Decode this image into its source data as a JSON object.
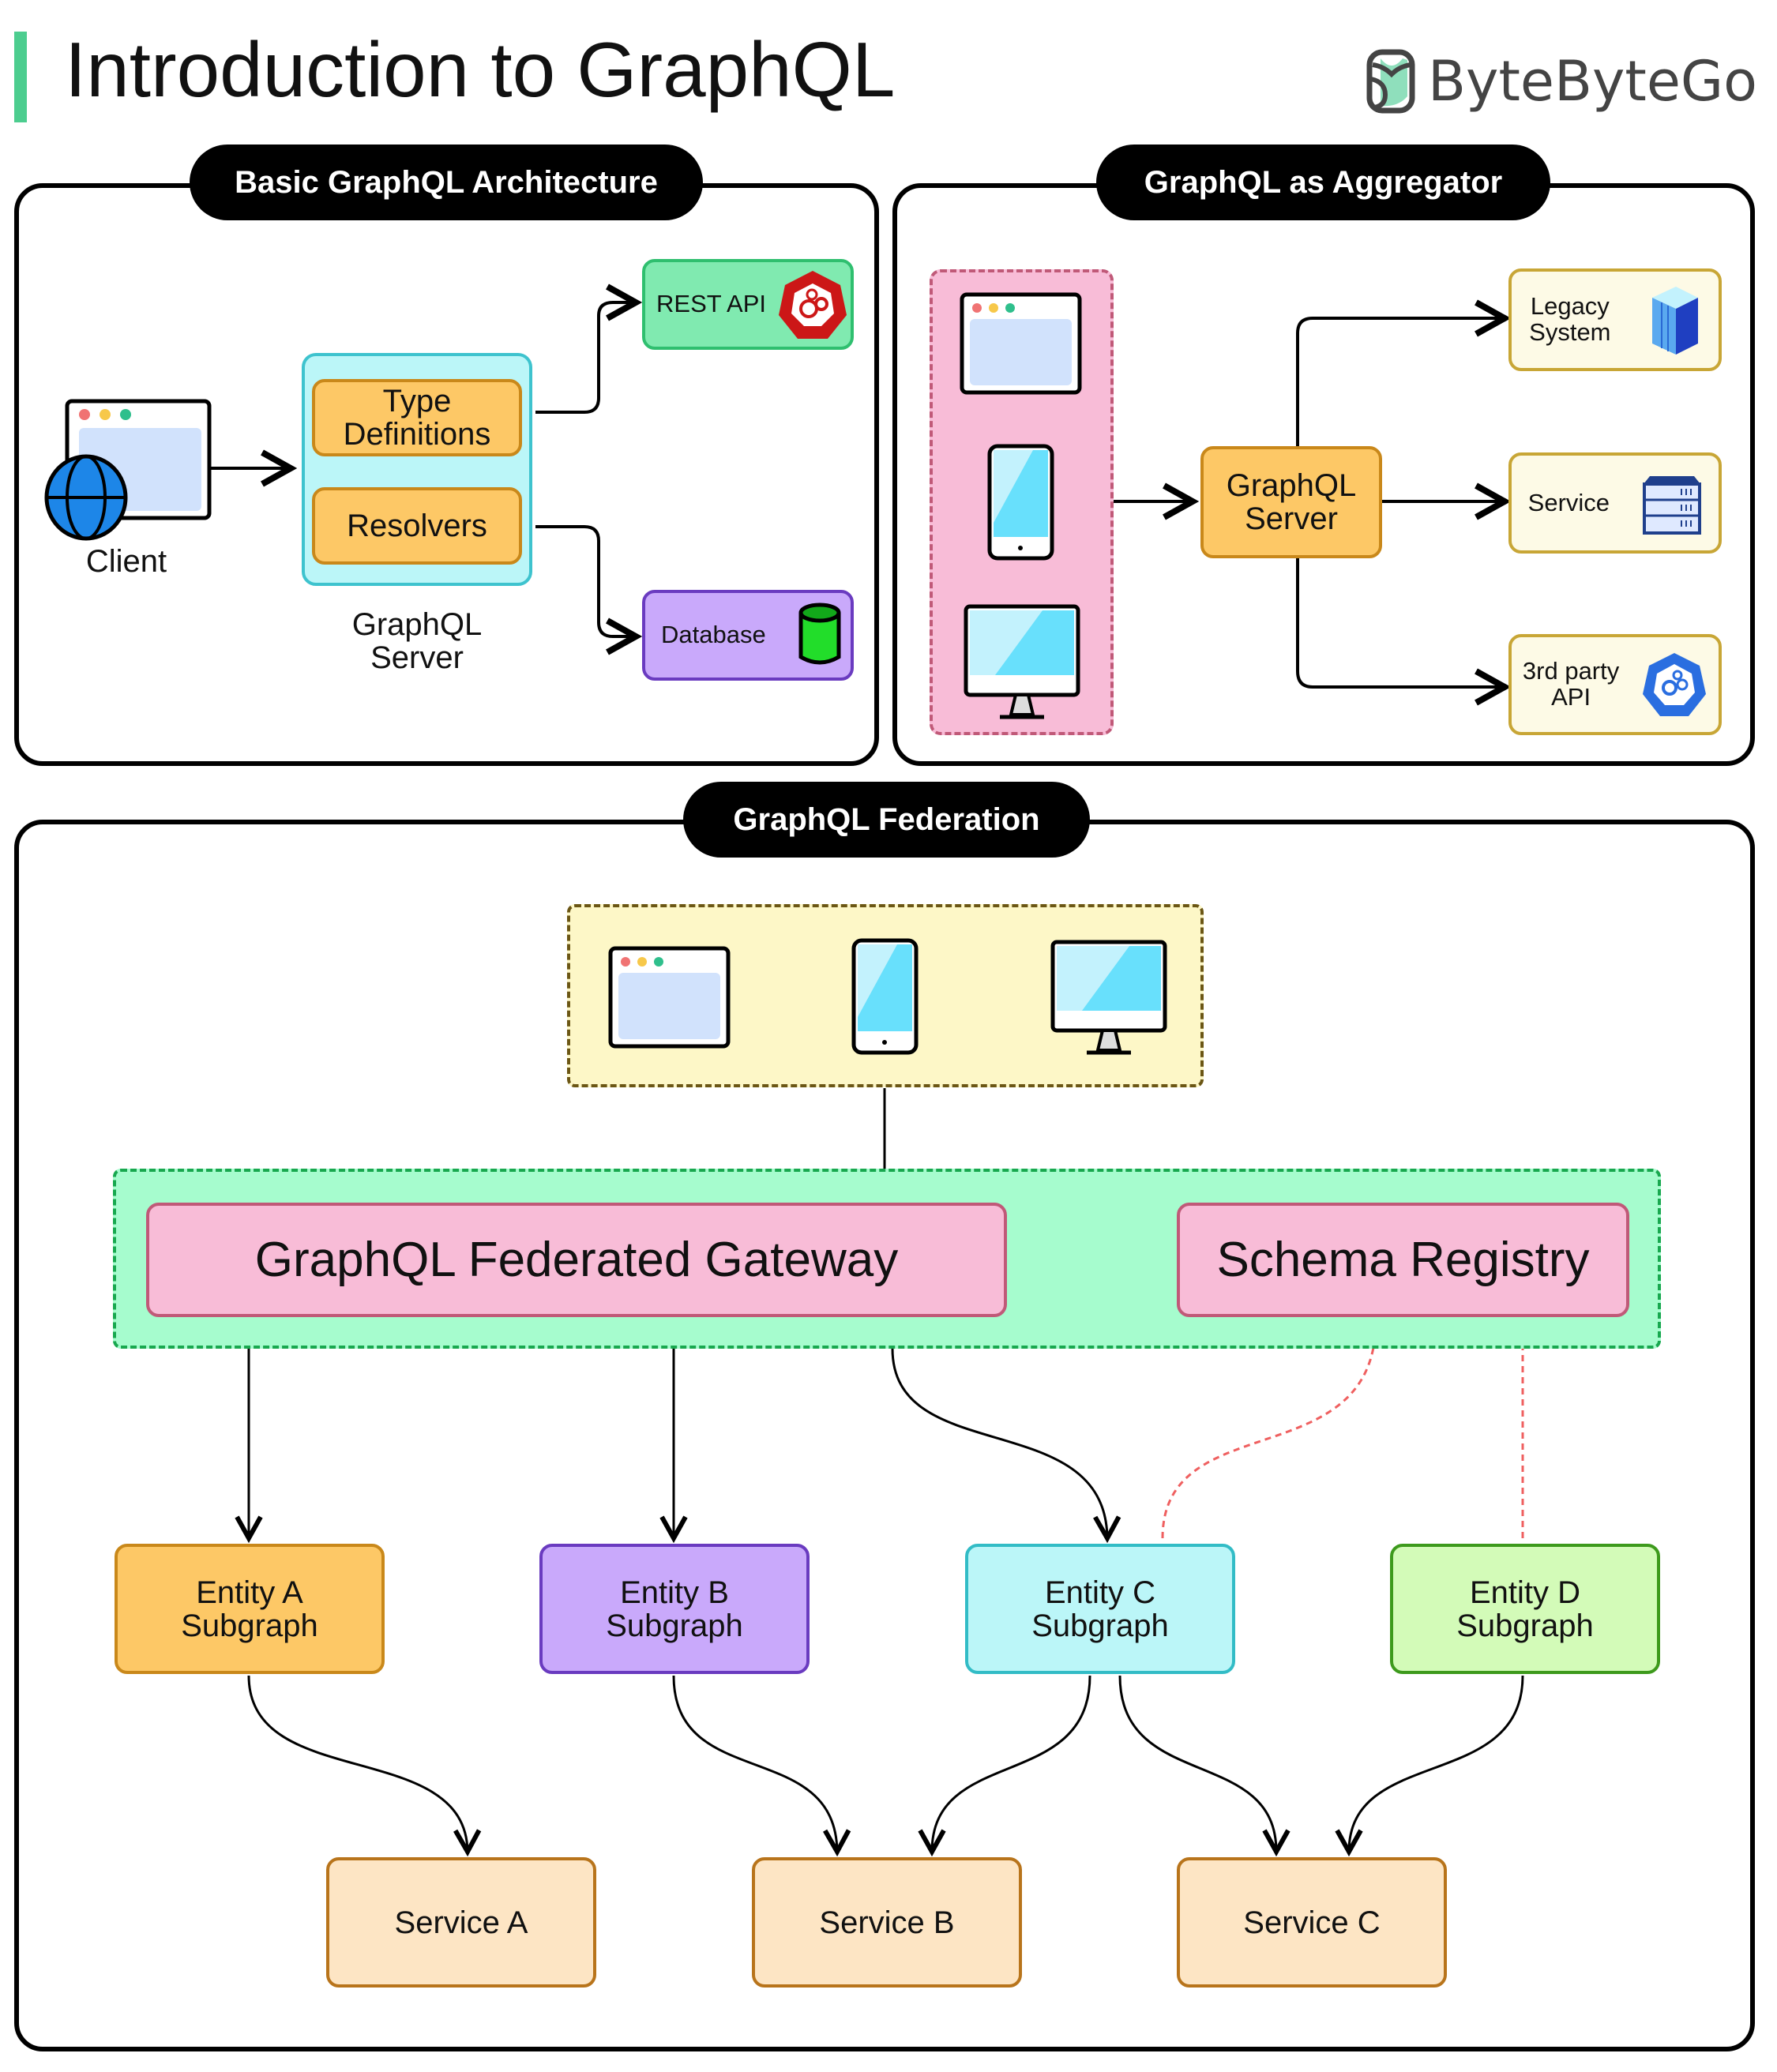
{
  "header": {
    "title": "Introduction to GraphQL",
    "brand": "ByteByteGo",
    "accent": "#4ccd8f"
  },
  "basic": {
    "title": "Basic GraphQL Architecture",
    "client_label": "Client",
    "type_defs": "Type Definitions",
    "type_defs_l1": "Type",
    "type_defs_l2": "Definitions",
    "resolvers": "Resolvers",
    "server_l1": "GraphQL",
    "server_l2": "Server",
    "rest_api": "REST API",
    "database": "Database"
  },
  "aggregator": {
    "title": "GraphQL as Aggregator",
    "server_l1": "GraphQL",
    "server_l2": "Server",
    "legacy_l1": "Legacy",
    "legacy_l2": "System",
    "service": "Service",
    "third_l1": "3rd party",
    "third_l2": "API"
  },
  "federation": {
    "title": "GraphQL Federation",
    "gateway": "GraphQL Federated Gateway",
    "registry": "Schema Registry",
    "entities": [
      {
        "l1": "Entity A",
        "l2": "Subgraph",
        "fill": "#fdc866",
        "stroke": "#c9881a"
      },
      {
        "l1": "Entity B",
        "l2": "Subgraph",
        "fill": "#c9a9fb",
        "stroke": "#6a3bc0"
      },
      {
        "l1": "Entity C",
        "l2": "Subgraph",
        "fill": "#bbf6f8",
        "stroke": "#32bcc6"
      },
      {
        "l1": "Entity D",
        "l2": "Subgraph",
        "fill": "#d3fbb8",
        "stroke": "#3d9a1c"
      }
    ],
    "services": [
      "Service A",
      "Service B",
      "Service C"
    ]
  }
}
